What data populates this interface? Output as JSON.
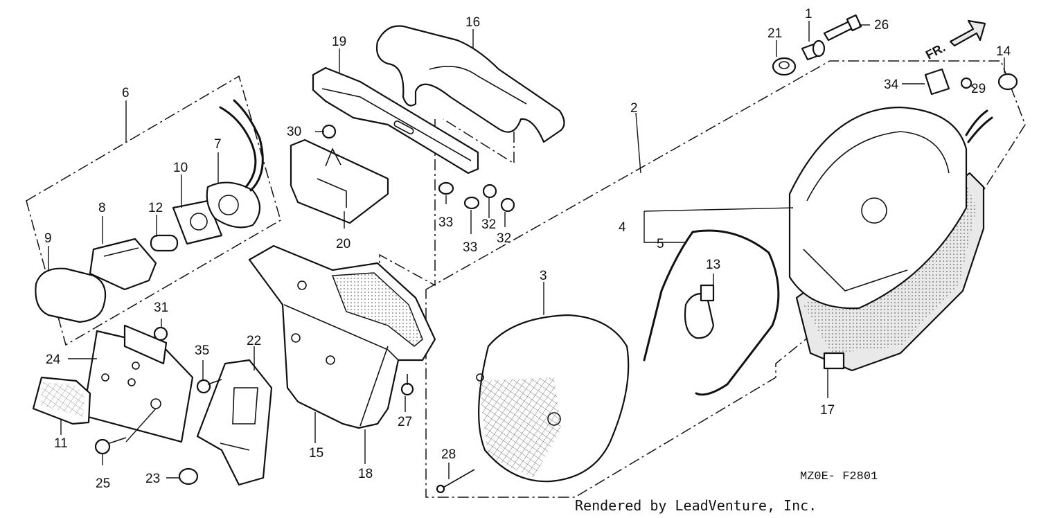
{
  "callouts": [
    "1",
    "2",
    "3",
    "4",
    "5",
    "6",
    "7",
    "8",
    "9",
    "10",
    "11",
    "12",
    "13",
    "14",
    "15",
    "16",
    "17",
    "18",
    "19",
    "20",
    "21",
    "22",
    "23",
    "24",
    "25",
    "26",
    "27",
    "28",
    "29",
    "30",
    "31",
    "32",
    "32",
    "33",
    "33",
    "34",
    "35"
  ],
  "direction_label": "FR.",
  "diagram_code": "MZ0E- F2801",
  "credit": "Rendered by LeadVenture, Inc."
}
